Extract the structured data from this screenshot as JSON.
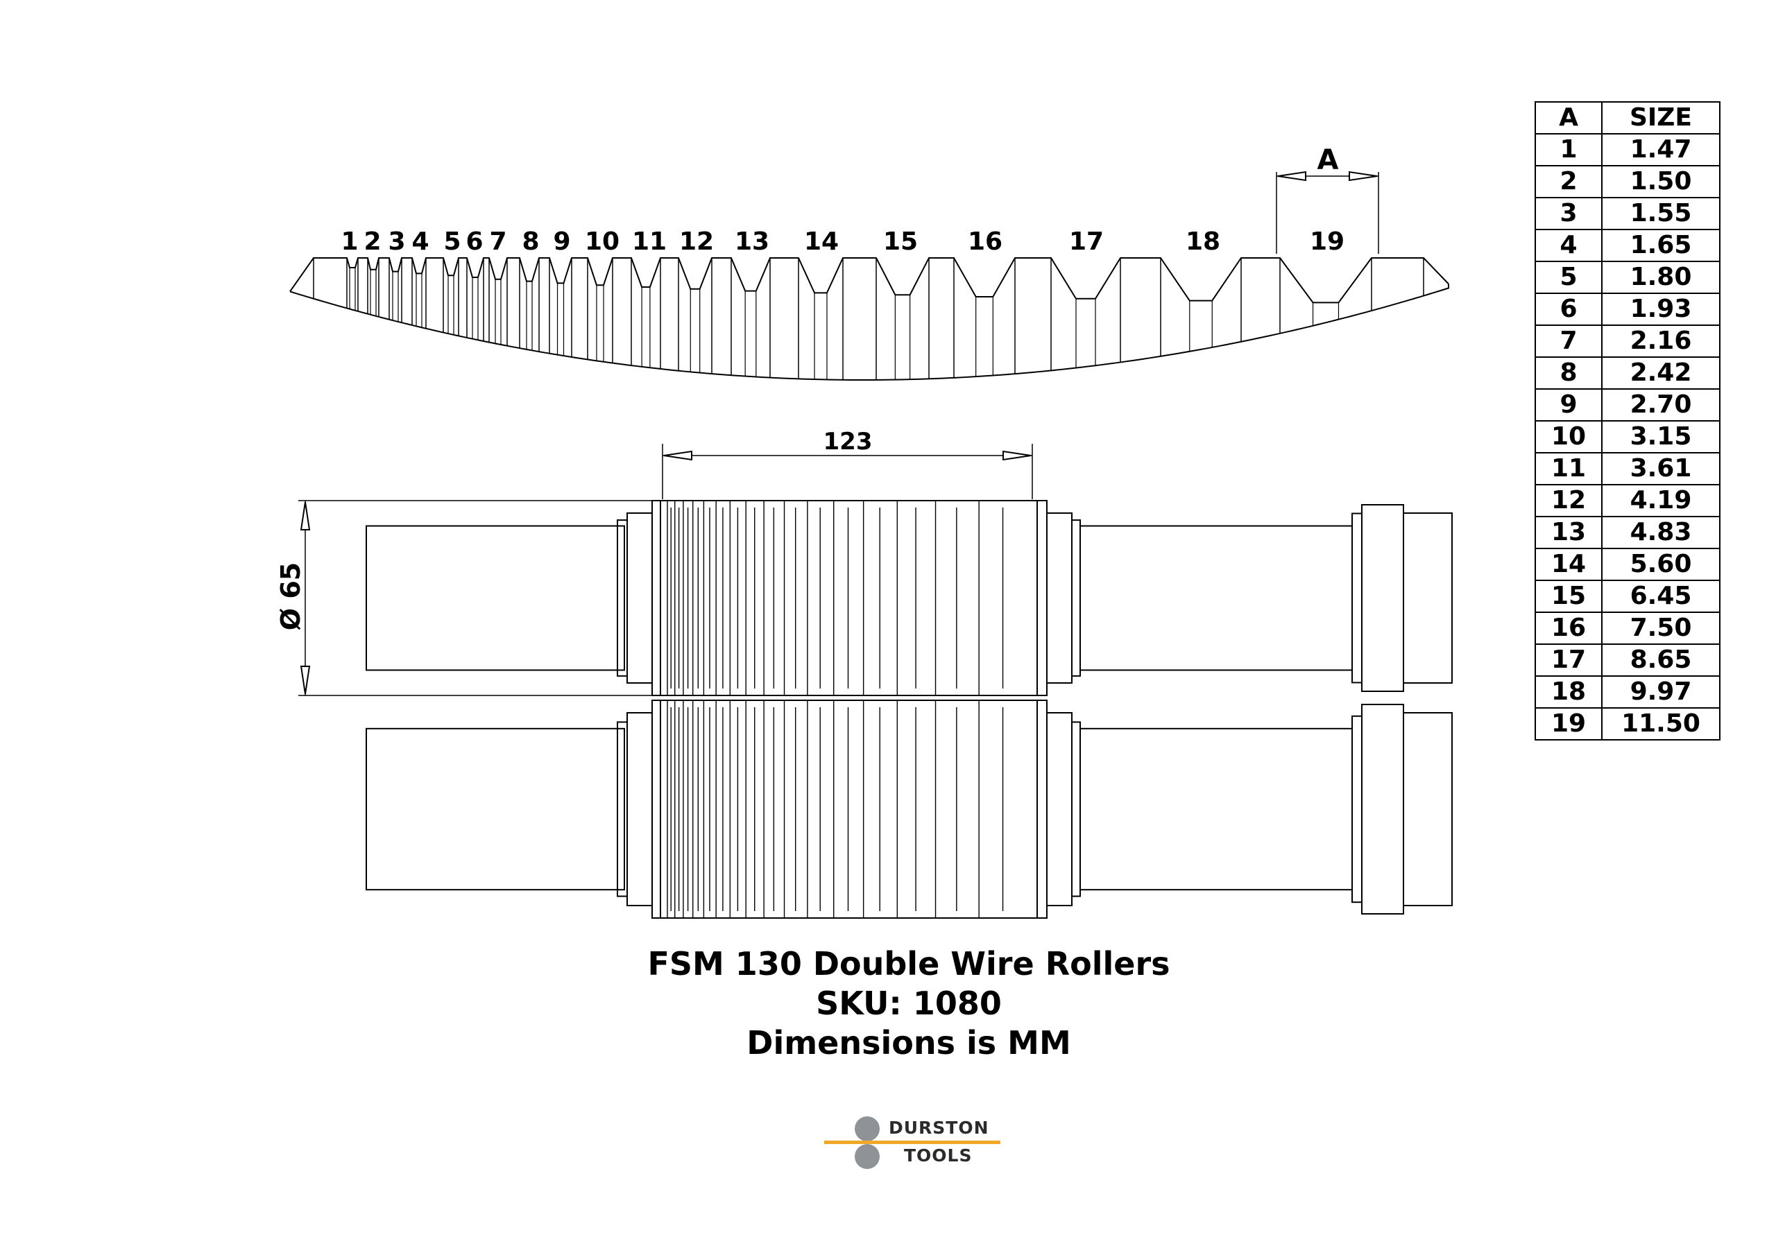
{
  "profile_labels": [
    "1",
    "2",
    "3",
    "4",
    "5",
    "6",
    "7",
    "8",
    "9",
    "10",
    "11",
    "12",
    "13",
    "14",
    "15",
    "16",
    "17",
    "18",
    "19"
  ],
  "dimension_a_label": "A",
  "dimension_length_label": "123",
  "dimension_diameter_label": "Ø 65",
  "size_table": {
    "headers": [
      "A",
      "SIZE"
    ],
    "rows": [
      [
        "1",
        "1.47"
      ],
      [
        "2",
        "1.50"
      ],
      [
        "3",
        "1.55"
      ],
      [
        "4",
        "1.65"
      ],
      [
        "5",
        "1.80"
      ],
      [
        "6",
        "1.93"
      ],
      [
        "7",
        "2.16"
      ],
      [
        "8",
        "2.42"
      ],
      [
        "9",
        "2.70"
      ],
      [
        "10",
        "3.15"
      ],
      [
        "11",
        "3.61"
      ],
      [
        "12",
        "4.19"
      ],
      [
        "13",
        "4.83"
      ],
      [
        "14",
        "5.60"
      ],
      [
        "15",
        "6.45"
      ],
      [
        "16",
        "7.50"
      ],
      [
        "17",
        "8.65"
      ],
      [
        "18",
        "9.97"
      ],
      [
        "19",
        "11.50"
      ]
    ]
  },
  "caption": {
    "line1": "FSM 130 Double Wire Rollers",
    "line2": "SKU: 1080",
    "line3": "Dimensions is MM"
  },
  "logo": {
    "top": "DURSTON",
    "bottom": "TOOLS"
  }
}
